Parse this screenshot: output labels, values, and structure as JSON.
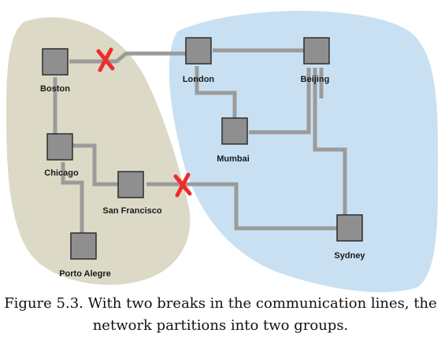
{
  "colors": {
    "left_group": "#dcdac6",
    "right_group": "#c8e0f2",
    "link": "#9b9b9b",
    "node_body": "#8f8f8f",
    "node_edge": "#2d2d2d",
    "break_mark": "#ef2b2b"
  },
  "nodes": {
    "boston": "Boston",
    "chicago": "Chicago",
    "san_francisco": "San Francisco",
    "porto_alegre": "Porto Alegre",
    "london": "London",
    "beijing": "Beijing",
    "mumbai": "Mumbai",
    "sydney": "Sydney"
  },
  "caption": {
    "line1": "Figure 5.3. With two breaks in the communication lines, the",
    "line2": "network partitions into two groups."
  }
}
